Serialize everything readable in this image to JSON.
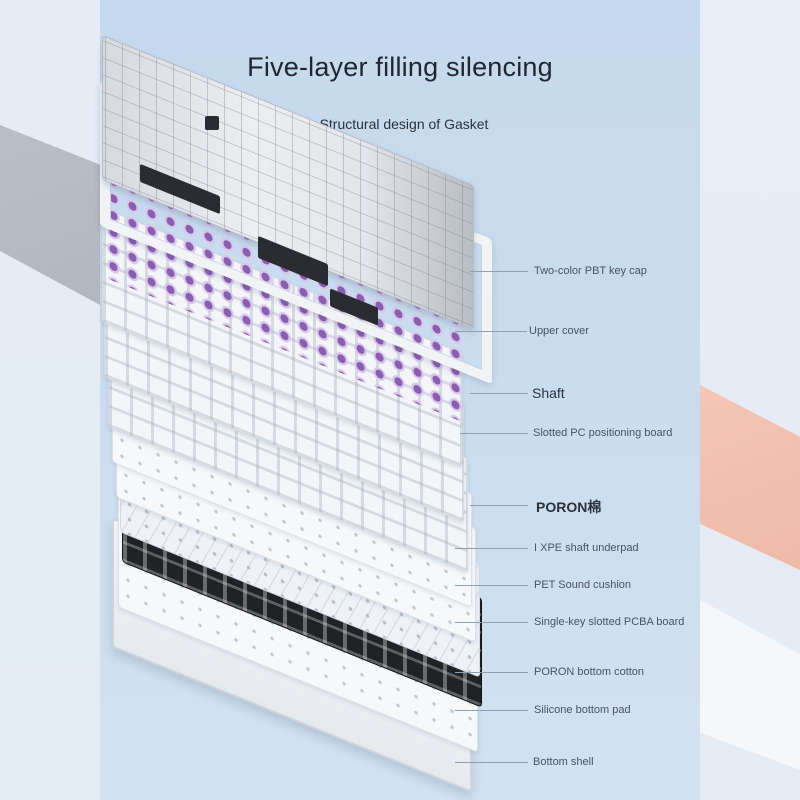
{
  "title": "Five-layer filling silencing",
  "subtitle": "Structural design of Gasket",
  "layers": [
    {
      "label": "Two-color PBT key cap"
    },
    {
      "label": "Upper cover"
    },
    {
      "label": "Shaft"
    },
    {
      "label": "Slotted PC positioning board"
    },
    {
      "label": "PORON棉"
    },
    {
      "label": "I XPE shaft underpad"
    },
    {
      "label": "PET Sound cushion"
    },
    {
      "label": "Single-key slotted PCBA board"
    },
    {
      "label": "PORON bottom cotton"
    },
    {
      "label": "Silicone bottom pad"
    },
    {
      "label": "Bottom shell"
    }
  ],
  "colors": {
    "background": "#cadcef",
    "accent_pink": "#f4c6b6",
    "switch_purple": "#8a5fb0",
    "callout_line": "#8fa0b5"
  }
}
